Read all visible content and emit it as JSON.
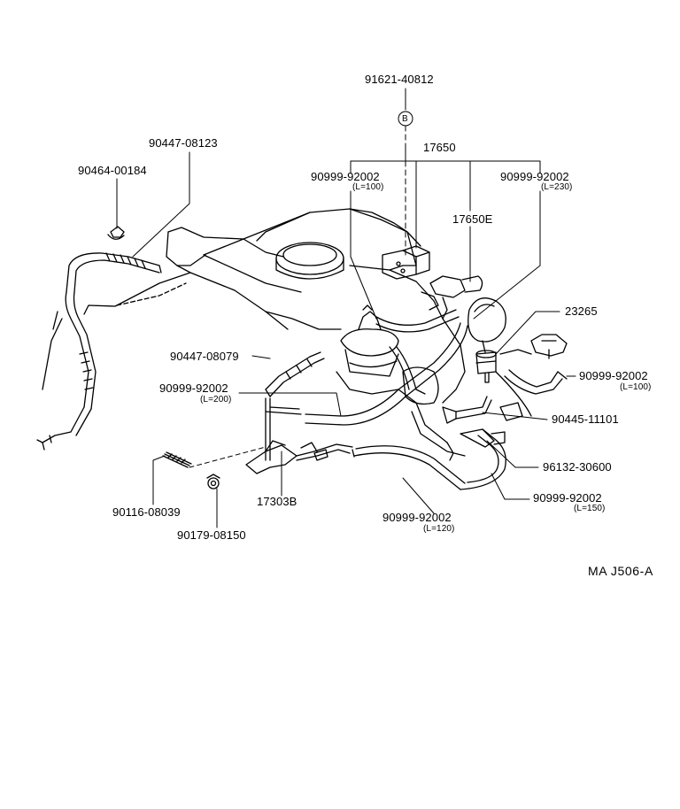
{
  "labels": {
    "p91621": "91621-40812",
    "callout_b": "B",
    "p17650": "17650",
    "p90447_08123": "90447-08123",
    "p90464": "90464-00184",
    "hose_l100_top": "90999-92002",
    "hose_l100_top_len": "(L=100)",
    "hose_l230": "90999-92002",
    "hose_l230_len": "(L=230)",
    "p17650E": "17650E",
    "p23265": "23265",
    "p90447_08079": "90447-08079",
    "hose_l200": "90999-92002",
    "hose_l200_len": "(L=200)",
    "hose_l100_right": "90999-92002",
    "hose_l100_right_len": "(L=100)",
    "p90445": "90445-11101",
    "p96132": "96132-30600",
    "hose_l150": "90999-92002",
    "hose_l150_len": "(L=150)",
    "hose_l120": "90999-92002",
    "hose_l120_len": "(L=120)",
    "p17303B": "17303B",
    "p90116": "90116-08039",
    "p90179": "90179-08150",
    "diagram_code": "MA  J506-A"
  }
}
